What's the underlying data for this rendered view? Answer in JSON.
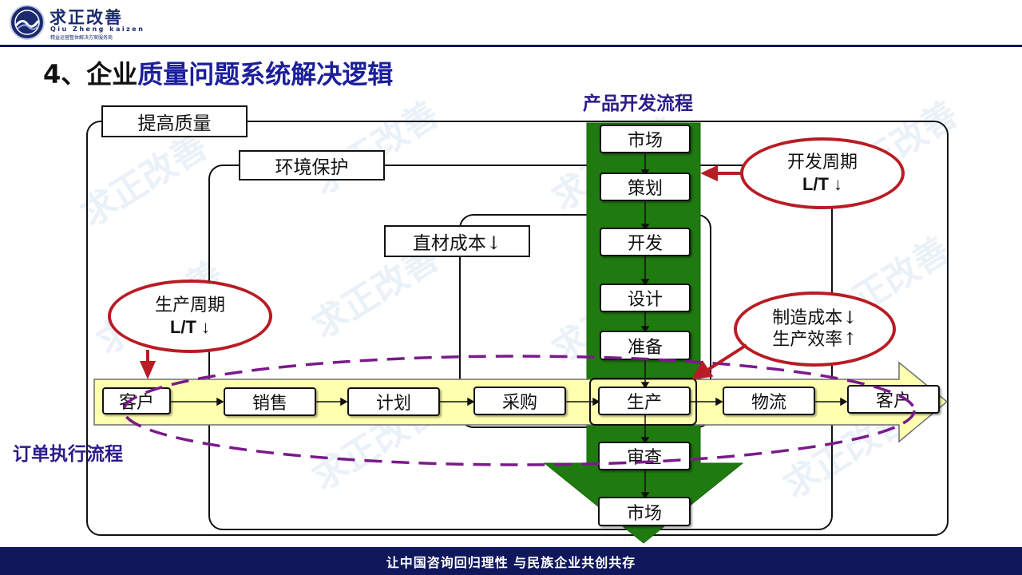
{
  "brand": {
    "name_cn": "求正改善",
    "name_en": "Qiu Zheng kaizen",
    "tagline": "精益运营整体解决方案服务商"
  },
  "title": {
    "prefix": "4、企业",
    "highlight": "质量问题系统解决逻辑"
  },
  "watermark": "求正改善",
  "regions": {
    "quality": "提高质量",
    "environment": "环境保护",
    "material_cost": "直材成本↓"
  },
  "product_flow": {
    "label": "产品开发流程",
    "steps": [
      "市场",
      "策划",
      "开发",
      "设计",
      "准备",
      "生产",
      "审查",
      "市场"
    ]
  },
  "order_flow": {
    "label": "订单执行流程",
    "steps": [
      "客户",
      "销售",
      "计划",
      "采购",
      "生产",
      "物流",
      "客户"
    ]
  },
  "callouts": {
    "dev_cycle": {
      "line1": "开发周期",
      "line2": "L/T ↓"
    },
    "prod_cycle": {
      "line1": "生产周期",
      "line2": "L/T ↓"
    },
    "mfg": {
      "line1": "制造成本↓",
      "line2": "生产效率↑"
    }
  },
  "colors": {
    "navy": "#10175a",
    "green_arrow": "#1f7a10",
    "yellow_band": "#ffffb0",
    "red_callout": "#b81c24",
    "purple_dash": "#7a1a8a"
  },
  "footer": "让中国咨询回归理性  与民族企业共创共存"
}
